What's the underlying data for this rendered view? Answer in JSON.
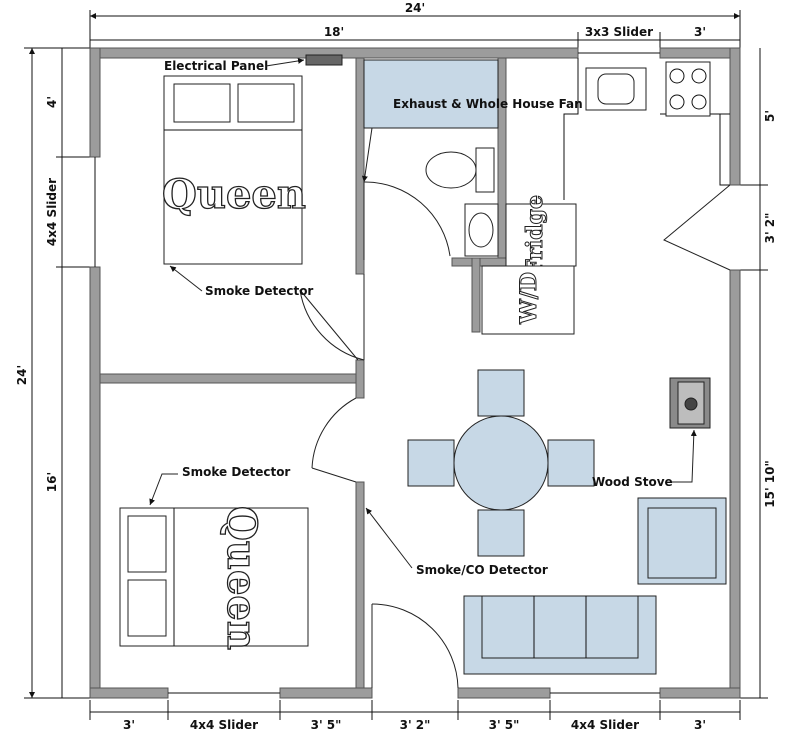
{
  "dimensions": {
    "top_total": "24'",
    "top_left": "18'",
    "top_slider": "3x3 Slider",
    "top_right": "3'",
    "left_total": "24'",
    "left_top": "4'",
    "left_slider": "4x4 Slider",
    "left_bottom": "16'",
    "right_top": "5'",
    "right_middle": "3' 2\"",
    "right_bottom": "15' 10\"",
    "bottom": [
      "3'",
      "4x4 Slider",
      "3' 5\"",
      "3' 2\"",
      "3' 5\"",
      "4x4 Slider",
      "3'"
    ]
  },
  "labels": {
    "electrical_panel": "Electrical Panel",
    "exhaust_fan": "Exhaust & Whole House Fan",
    "smoke_detector_1": "Smoke Detector",
    "smoke_detector_2": "Smoke Detector",
    "smoke_co_detector": "Smoke/CO Detector",
    "wood_stove": "Wood Stove"
  },
  "furniture": {
    "bed_top": "Queen",
    "bed_bottom": "Queen",
    "fridge": "Fridge",
    "washer_dryer": "W/D"
  }
}
